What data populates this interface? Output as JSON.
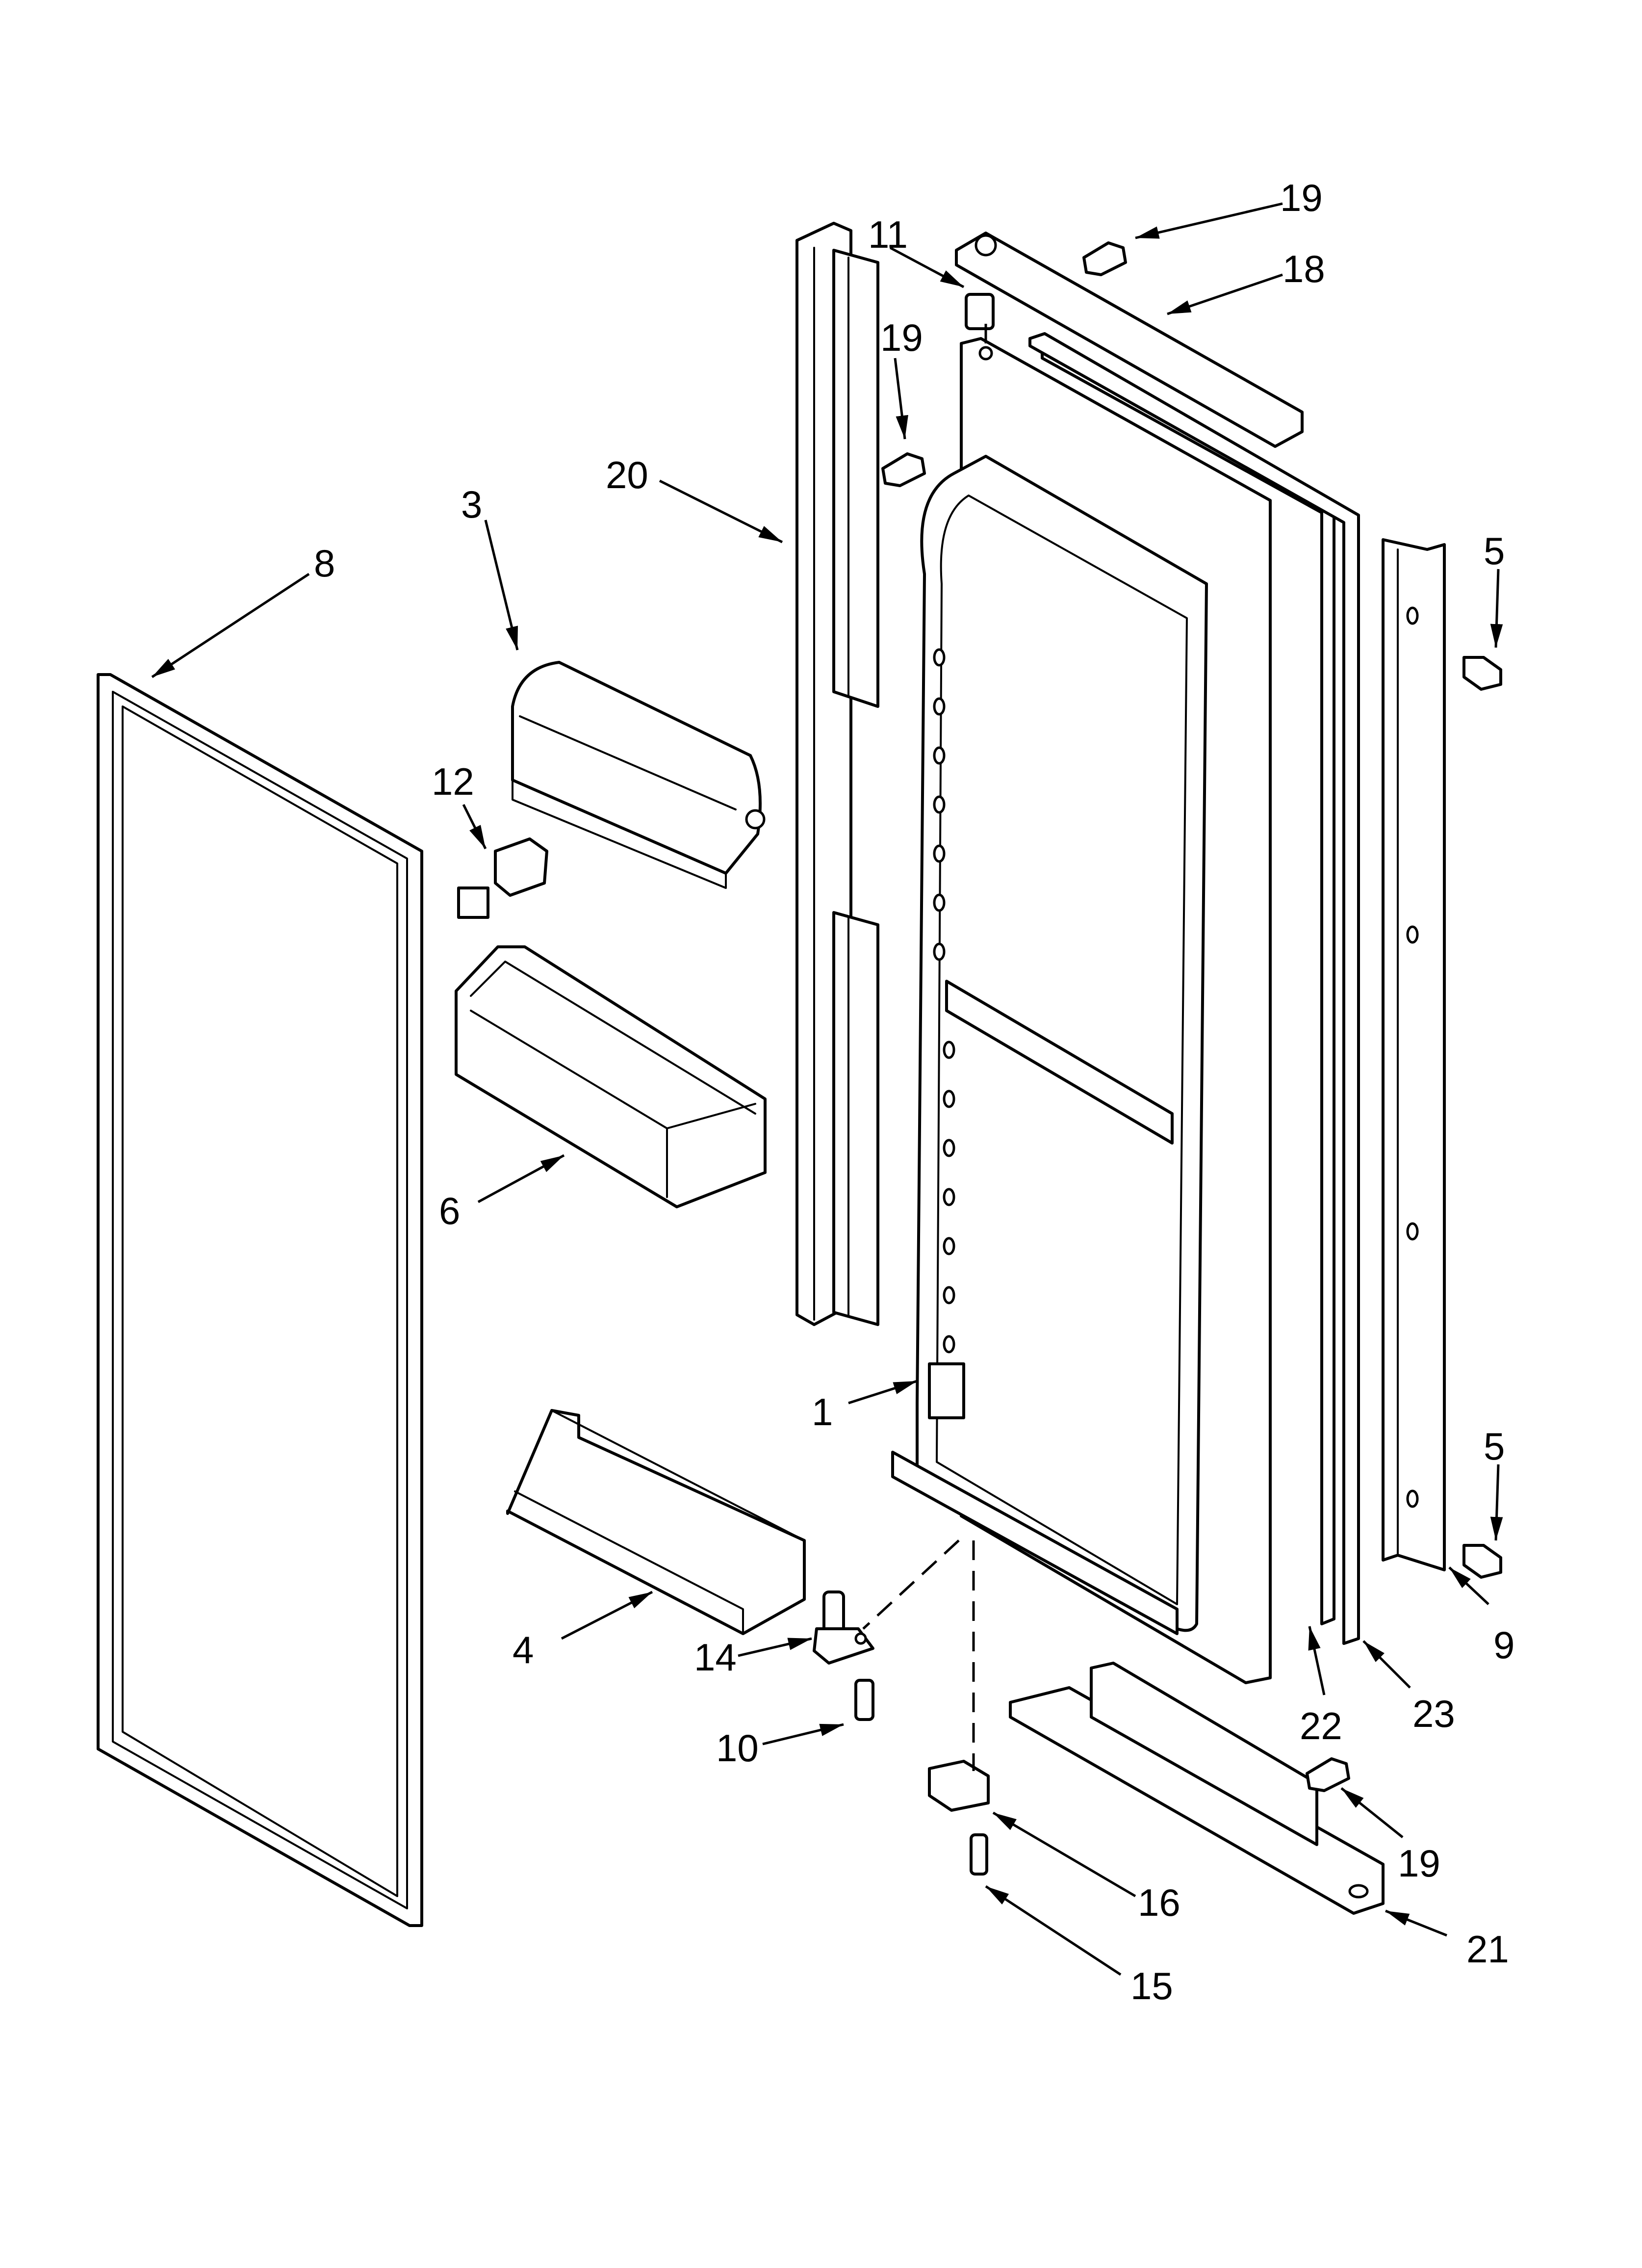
{
  "diagram": {
    "callouts": {
      "c1": "1",
      "c3": "3",
      "c4": "4",
      "c5a": "5",
      "c5b": "5",
      "c6": "6",
      "c8": "8",
      "c9": "9",
      "c10": "10",
      "c11": "11",
      "c12": "12",
      "c14": "14",
      "c15": "15",
      "c16": "16",
      "c18": "18",
      "c19a": "19",
      "c19b": "19",
      "c19c": "19",
      "c20": "20",
      "c21": "21",
      "c22": "22",
      "c23": "23"
    },
    "colors": {
      "line": "#000000",
      "background": "#ffffff"
    }
  }
}
